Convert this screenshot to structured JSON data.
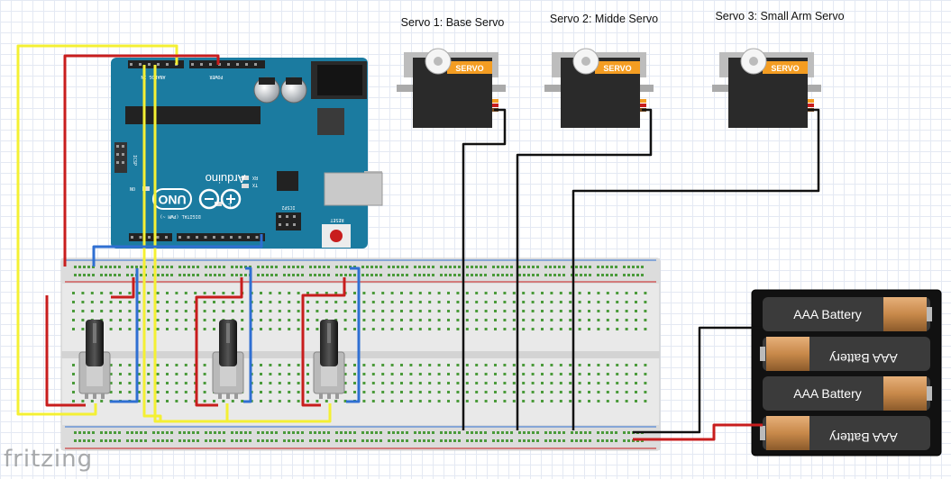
{
  "servos": [
    {
      "title": "Servo 1: Base Servo",
      "label": "SERVO"
    },
    {
      "title": "Servo 2: Midde Servo",
      "label": "SERVO"
    },
    {
      "title": "Servo 3: Small Arm Servo",
      "label": "SERVO"
    }
  ],
  "arduino": {
    "brand": "Arduino",
    "model": "UNO",
    "header_analog": "ANALOG IN",
    "header_power": "POWER",
    "header_digital": "DIGITAL (PWM ~)",
    "icsp": "ICSP",
    "icsp2": "ICSP2",
    "reset": "RESET",
    "on": "ON",
    "tx": "TX",
    "rx": "RX",
    "l": "L"
  },
  "batteries": [
    "AAA Battery",
    "AAA Battery",
    "AAA Battery",
    "AAA Battery"
  ],
  "watermark": "fritzing",
  "colors": {
    "arduino_blue": "#1b7ba0",
    "wire_red": "#c81d1d",
    "wire_yellow": "#f4f033",
    "wire_blue": "#2f6fd2",
    "wire_black": "#111111",
    "servo_orange": "#f49d22",
    "battery_copper": "#c8894a"
  }
}
